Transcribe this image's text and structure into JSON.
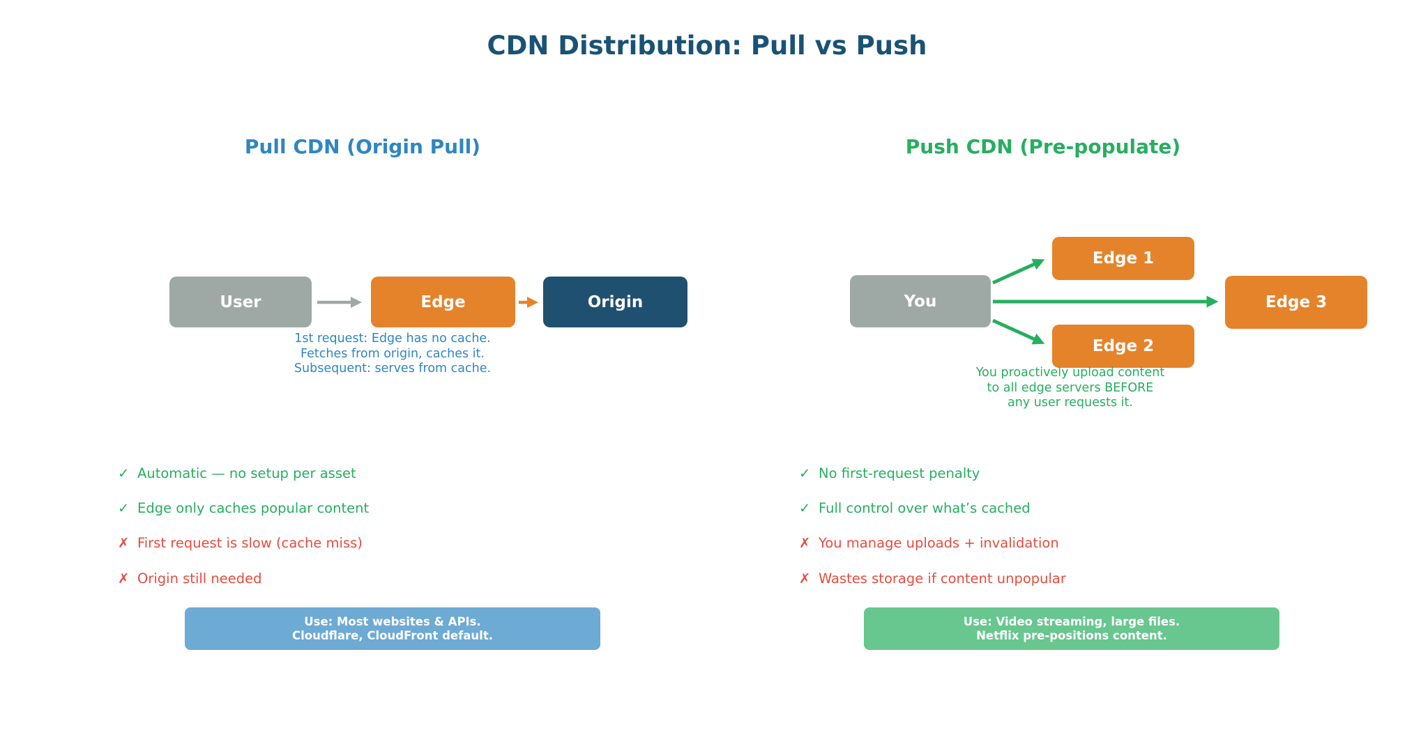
{
  "title": "CDN Distribution: Pull vs Push",
  "colors": {
    "title": "#1a5276",
    "pull_accent": "#2f86c1",
    "push_accent": "#27ae60",
    "pro_green": "#27ae60",
    "con_red": "#e74c3c",
    "node_gray": "#9ea9a6",
    "node_orange": "#e5832a",
    "node_dark_blue": "#1f5070",
    "use_box_blue": "#6daad4",
    "use_box_green": "#68c68f"
  },
  "pull": {
    "heading": "Pull CDN (Origin Pull)",
    "nodes": [
      {
        "label": "User"
      },
      {
        "label": "Edge"
      },
      {
        "label": "Origin"
      }
    ],
    "arrows": [
      {
        "from": "User",
        "to": "Edge",
        "color": "gray"
      },
      {
        "from": "Edge",
        "to": "Origin",
        "color": "orange"
      }
    ],
    "note_lines": [
      "1st request: Edge has no cache.",
      "Fetches from origin, caches it.",
      "Subsequent: serves from cache."
    ],
    "items": [
      {
        "icon": "✓",
        "kind": "pro",
        "text": "Automatic — no setup per asset"
      },
      {
        "icon": "✓",
        "kind": "pro",
        "text": "Edge only caches popular content"
      },
      {
        "icon": "✗",
        "kind": "con",
        "text": "First request is slow (cache miss)"
      },
      {
        "icon": "✗",
        "kind": "con",
        "text": "Origin still needed"
      }
    ],
    "use_lines": [
      "Use: Most websites & APIs.",
      "Cloudflare, CloudFront default."
    ]
  },
  "push": {
    "heading": "Push CDN (Pre-populate)",
    "nodes": [
      {
        "label": "You"
      },
      {
        "label": "Edge 1"
      },
      {
        "label": "Edge 2"
      },
      {
        "label": "Edge 3"
      }
    ],
    "arrows": [
      {
        "from": "You",
        "to": "Edge 1",
        "color": "green"
      },
      {
        "from": "You",
        "to": "Edge 2",
        "color": "green"
      },
      {
        "from": "You",
        "to": "Edge 3",
        "color": "green"
      }
    ],
    "note_lines": [
      "You proactively upload content",
      "to all edge servers BEFORE",
      "any user requests it."
    ],
    "items": [
      {
        "icon": "✓",
        "kind": "pro",
        "text": "No first-request penalty"
      },
      {
        "icon": "✓",
        "kind": "pro",
        "text": "Full control over what’s cached"
      },
      {
        "icon": "✗",
        "kind": "con",
        "text": "You manage uploads + invalidation"
      },
      {
        "icon": "✗",
        "kind": "con",
        "text": "Wastes storage if content unpopular"
      }
    ],
    "use_lines": [
      "Use: Video streaming, large files.",
      "Netflix pre-positions content."
    ]
  }
}
